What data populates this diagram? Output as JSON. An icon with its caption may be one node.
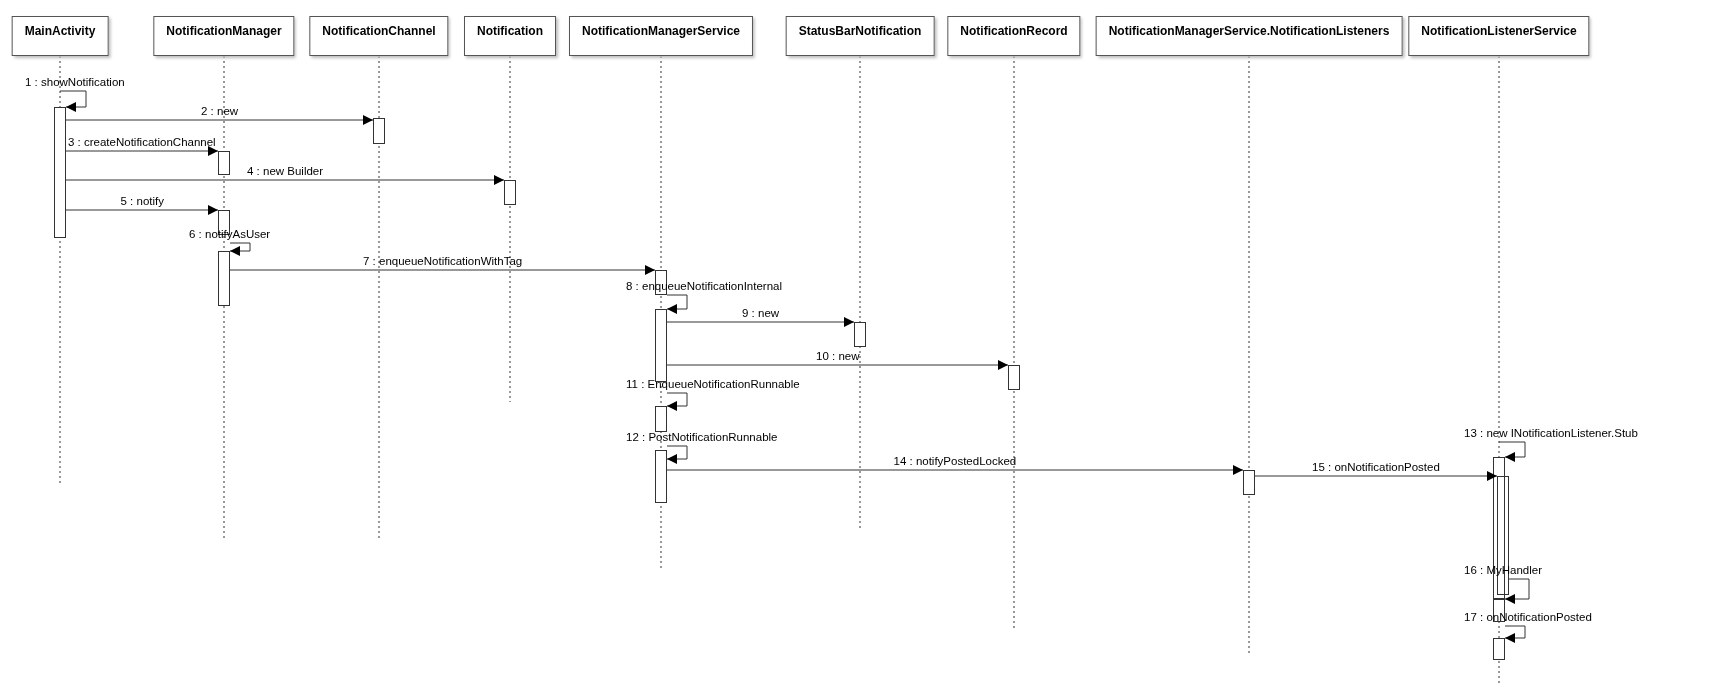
{
  "diagram": {
    "nodes": [
      {
        "text": [
          "MainActivity"
        ]
      },
      {
        "text": [
          "NotificationManager"
        ]
      },
      {
        "text": [
          "NotificationChannel"
        ]
      },
      {
        "text": [
          "Notification"
        ]
      },
      {
        "text": [
          "NotificationManagerService"
        ]
      },
      {
        "text": [
          "StatusBarNotification"
        ]
      },
      {
        "text": [
          "NotificationRecord"
        ]
      },
      {
        "text": [
          "NotificationManagerService.NotificationListeners"
        ]
      },
      {
        "text": [
          "NotificationListenerService"
        ]
      },
      {
        "text": [],
        "shape": "bar"
      },
      {
        "text": [],
        "shape": "bar"
      },
      {
        "text": [],
        "shape": "bar"
      },
      {
        "text": [],
        "shape": "bar"
      },
      {
        "text": [],
        "shape": "bar"
      },
      {
        "text": [],
        "shape": "bar"
      },
      {
        "text": [],
        "shape": "bar"
      },
      {
        "text": [],
        "shape": "bar"
      },
      {
        "text": [],
        "shape": "bar"
      },
      {
        "text": [],
        "shape": "bar"
      },
      {
        "text": [],
        "shape": "bar"
      },
      {
        "text": [],
        "shape": "bar"
      },
      {
        "text": [],
        "shape": "bar"
      },
      {
        "text": [],
        "shape": "bar"
      },
      {
        "text": [],
        "shape": "bar"
      },
      {
        "text": [],
        "shape": "bar"
      },
      {
        "text": [],
        "shape": "bar"
      }
    ],
    "edges": [
      {
        "from": null,
        "to": 9,
        "arrow": "to",
        "label": "1 : showNotification"
      },
      {
        "from": 9,
        "to": 10,
        "arrow": "to",
        "label": "2 : new"
      },
      {
        "from": 9,
        "to": 11,
        "arrow": "to",
        "label": "3 : createNotificationChannel"
      },
      {
        "from": 9,
        "to": 12,
        "arrow": "to",
        "label": "4 : new Builder"
      },
      {
        "from": 9,
        "to": 13,
        "arrow": "to",
        "label": "5 : notify"
      },
      {
        "from": 13,
        "to": 14,
        "arrow": "to",
        "label": "6 : notifyAsUser"
      },
      {
        "from": 14,
        "to": 15,
        "arrow": "to",
        "label": "7 : enqueueNotificationWithTag"
      },
      {
        "from": 15,
        "to": 16,
        "arrow": "to",
        "label": "8 : enqueueNotificationInternal"
      },
      {
        "from": 16,
        "to": 17,
        "arrow": "to",
        "label": "9 : new"
      },
      {
        "from": 16,
        "to": 18,
        "arrow": "to",
        "label": "10 : new"
      },
      {
        "from": 16,
        "to": 19,
        "arrow": "to",
        "label": "11 : EnqueueNotificationRunnable"
      },
      {
        "from": 19,
        "to": 20,
        "arrow": "to",
        "label": "12 : PostNotificationRunnable"
      },
      {
        "from": null,
        "to": 21,
        "arrow": "to",
        "label": "13 : new INotificationListener.Stub"
      },
      {
        "from": 20,
        "to": 22,
        "arrow": "to",
        "label": "14 : notifyPostedLocked"
      },
      {
        "from": 22,
        "to": 23,
        "arrow": "to",
        "label": "15 : onNotificationPosted"
      },
      {
        "from": 23,
        "to": 24,
        "arrow": "to",
        "label": "16 : MyHandler"
      },
      {
        "from": 24,
        "to": 25,
        "arrow": "to",
        "label": "17 : onNotificationPosted"
      }
    ]
  }
}
